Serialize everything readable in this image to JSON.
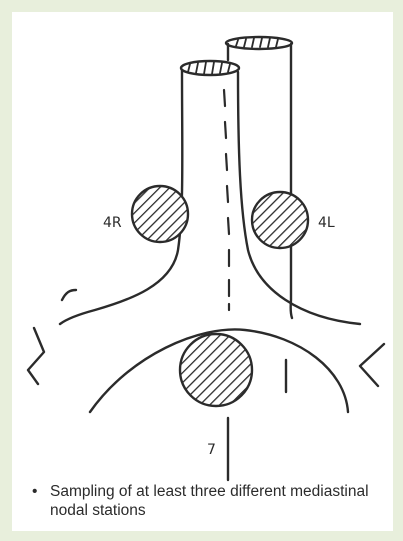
{
  "labels": {
    "station_4r": "4R",
    "station_4l": "4L",
    "station_7": "7"
  },
  "caption": {
    "bullet": "•",
    "text": "Sampling of at least three different mediastinal nodal stations"
  },
  "colors": {
    "border": "#e8efdc",
    "ink": "#2b2b2b",
    "background": "#ffffff"
  }
}
